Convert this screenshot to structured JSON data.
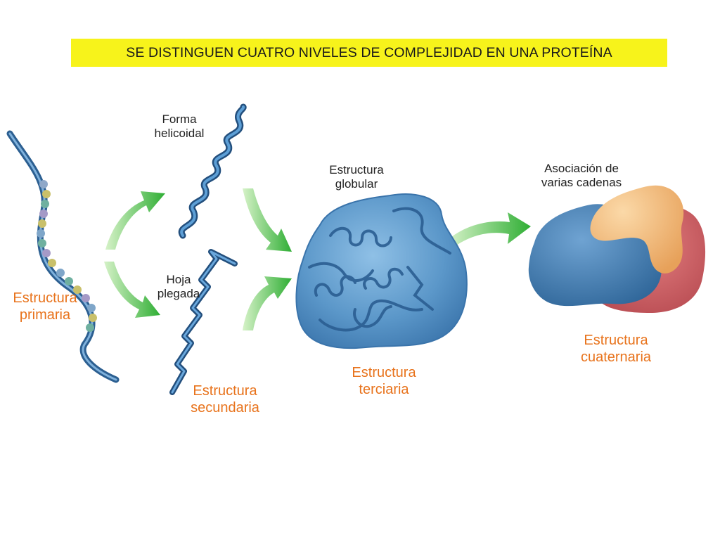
{
  "title": "SE DISTINGUEN CUATRO NIVELES DE COMPLEJIDAD EN UNA PROTEÍNA",
  "labels": {
    "helix": [
      "Forma",
      "helicoidal"
    ],
    "sheet": [
      "Hoja",
      "plegada"
    ],
    "globular": [
      "Estructura",
      "globular"
    ],
    "association": [
      "Asociación de",
      "varias cadenas"
    ],
    "primary": [
      "Estructura",
      "primaria"
    ],
    "secondary": [
      "Estructura",
      "secundaria"
    ],
    "tertiary": [
      "Estructura",
      "terciaria"
    ],
    "quaternary": [
      "Estructura",
      "cuaternaria"
    ]
  },
  "colors": {
    "banner": "#f7f31b",
    "protein_blue": "#3f7fb5",
    "arrow_green": "#3cb83a",
    "label_orange": "#e8731c",
    "subunit_tan": "#f0b46a",
    "subunit_red": "#c8575c"
  }
}
